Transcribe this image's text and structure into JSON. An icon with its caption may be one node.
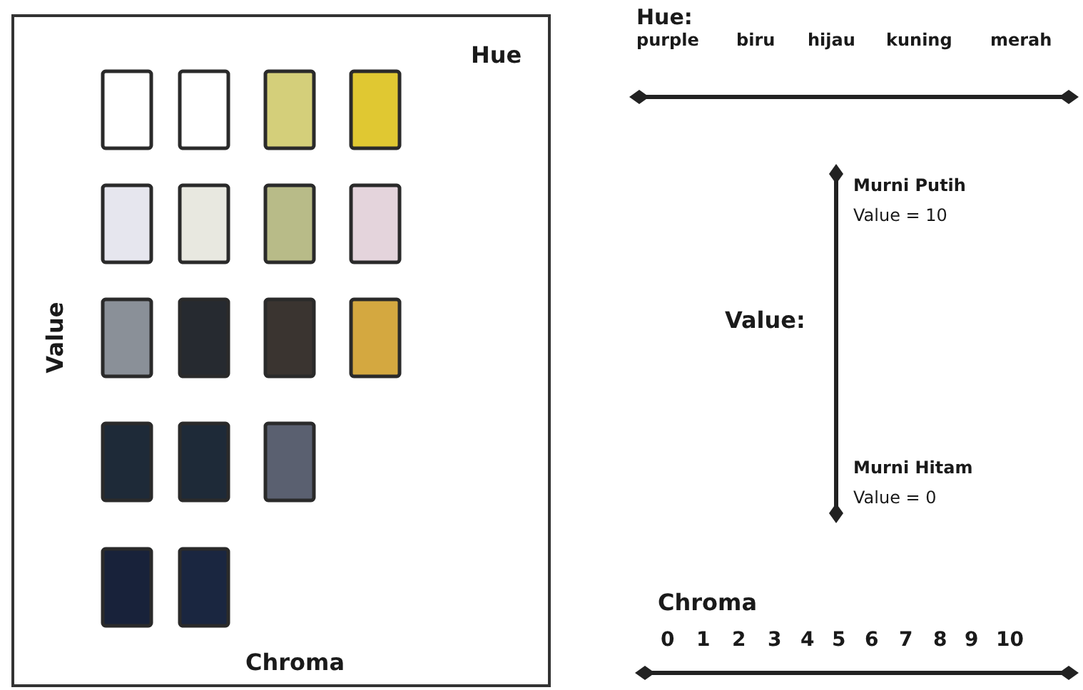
{
  "diagram": {
    "labels": [
      "Hue",
      "Value",
      "Chroma",
      "Hue:",
      "purple",
      "biru",
      "hijau",
      "kuning",
      "merah",
      "Value:",
      "Murni Putih",
      "Value = 10",
      "Murni Hitam",
      "Value = 0",
      "Chroma",
      "0",
      "1",
      "2",
      "3",
      "4",
      "5",
      "6",
      "7",
      "8",
      "9",
      "10"
    ]
  }
}
